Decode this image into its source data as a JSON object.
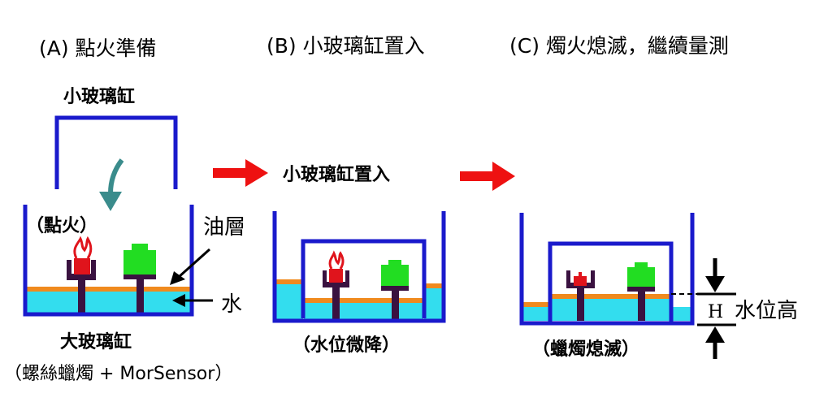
{
  "panels": {
    "a": {
      "caption": "(A) 點火準備"
    },
    "b": {
      "caption": "(B) 小玻璃缸置入"
    },
    "c": {
      "caption": "(C) 燭火熄滅，繼續量測"
    }
  },
  "labels": {
    "small_jar": "小玻璃缸",
    "ignite": "（點火）",
    "oil_layer": "油層",
    "water": "水",
    "large_jar": "大玻璃缸",
    "large_jar_contents": "（螺絲蠟燭 + MorSensor）",
    "insert_small_jar": "小玻璃缸置入",
    "water_drop": "（水位微降）",
    "candle_out": "（蠟燭熄滅）",
    "height_symbol": "H",
    "water_height": "水位高"
  },
  "colors": {
    "jar": "#1a1acc",
    "water": "#33ddee",
    "oil": "#f08a1e",
    "candle_holder": "#3a1240",
    "flame": "#e0141c",
    "sensor": "#22dd22",
    "arrow_red": "#ee1111",
    "arrow_teal": "#3a8c8c",
    "black": "#000000"
  }
}
